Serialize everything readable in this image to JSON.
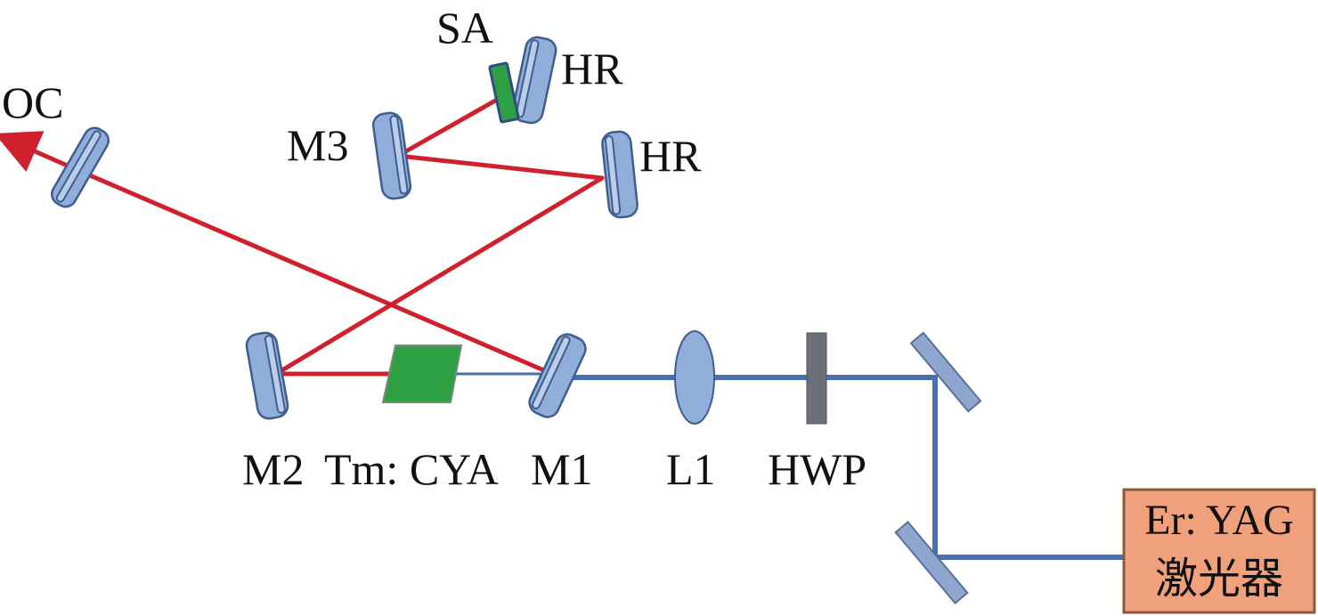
{
  "labels": {
    "sa": "SA",
    "hr_top": "HR",
    "oc": "OC",
    "m3": "M3",
    "hr_mid": "HR",
    "m2": "M2",
    "crystal": "Tm: CYA",
    "m1": "M1",
    "l1": "L1",
    "hwp": "HWP",
    "pump_line1": "Er: YAG",
    "pump_line2": "激光器"
  },
  "colors": {
    "laser_beam": "#d0202e",
    "pump_beam": "#4a6fae",
    "mirror": "#91aedb",
    "crystal": "#2ea043",
    "sa": "#2ea043",
    "waveplate": "#6b6f78",
    "pump_box": "#f0a07a"
  }
}
